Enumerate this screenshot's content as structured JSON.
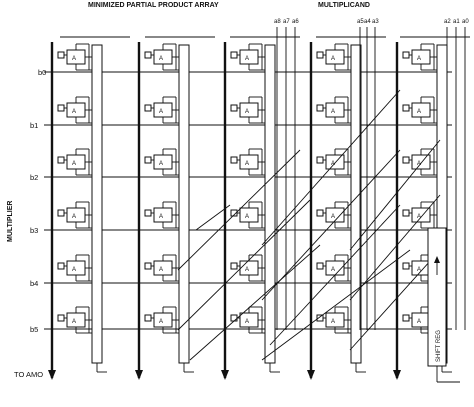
{
  "titles": {
    "array": "MINIMIZED PARTIAL PRODUCT ARRAY",
    "multiplicand": "MULTIPLICAND"
  },
  "side_label": "MULTIPLIER",
  "cell_label": "A",
  "multiplier_bits": [
    "b0",
    "b1",
    "b2",
    "b3",
    "b4",
    "b5"
  ],
  "multiplicand_groups": [
    [
      "a8",
      "a7",
      "a6"
    ],
    [
      "a5",
      "a4",
      "a3"
    ],
    [
      "a2",
      "a1",
      "a0"
    ]
  ],
  "shift_register_label": "SHIFT  REG",
  "output_label": "TO AMO"
}
